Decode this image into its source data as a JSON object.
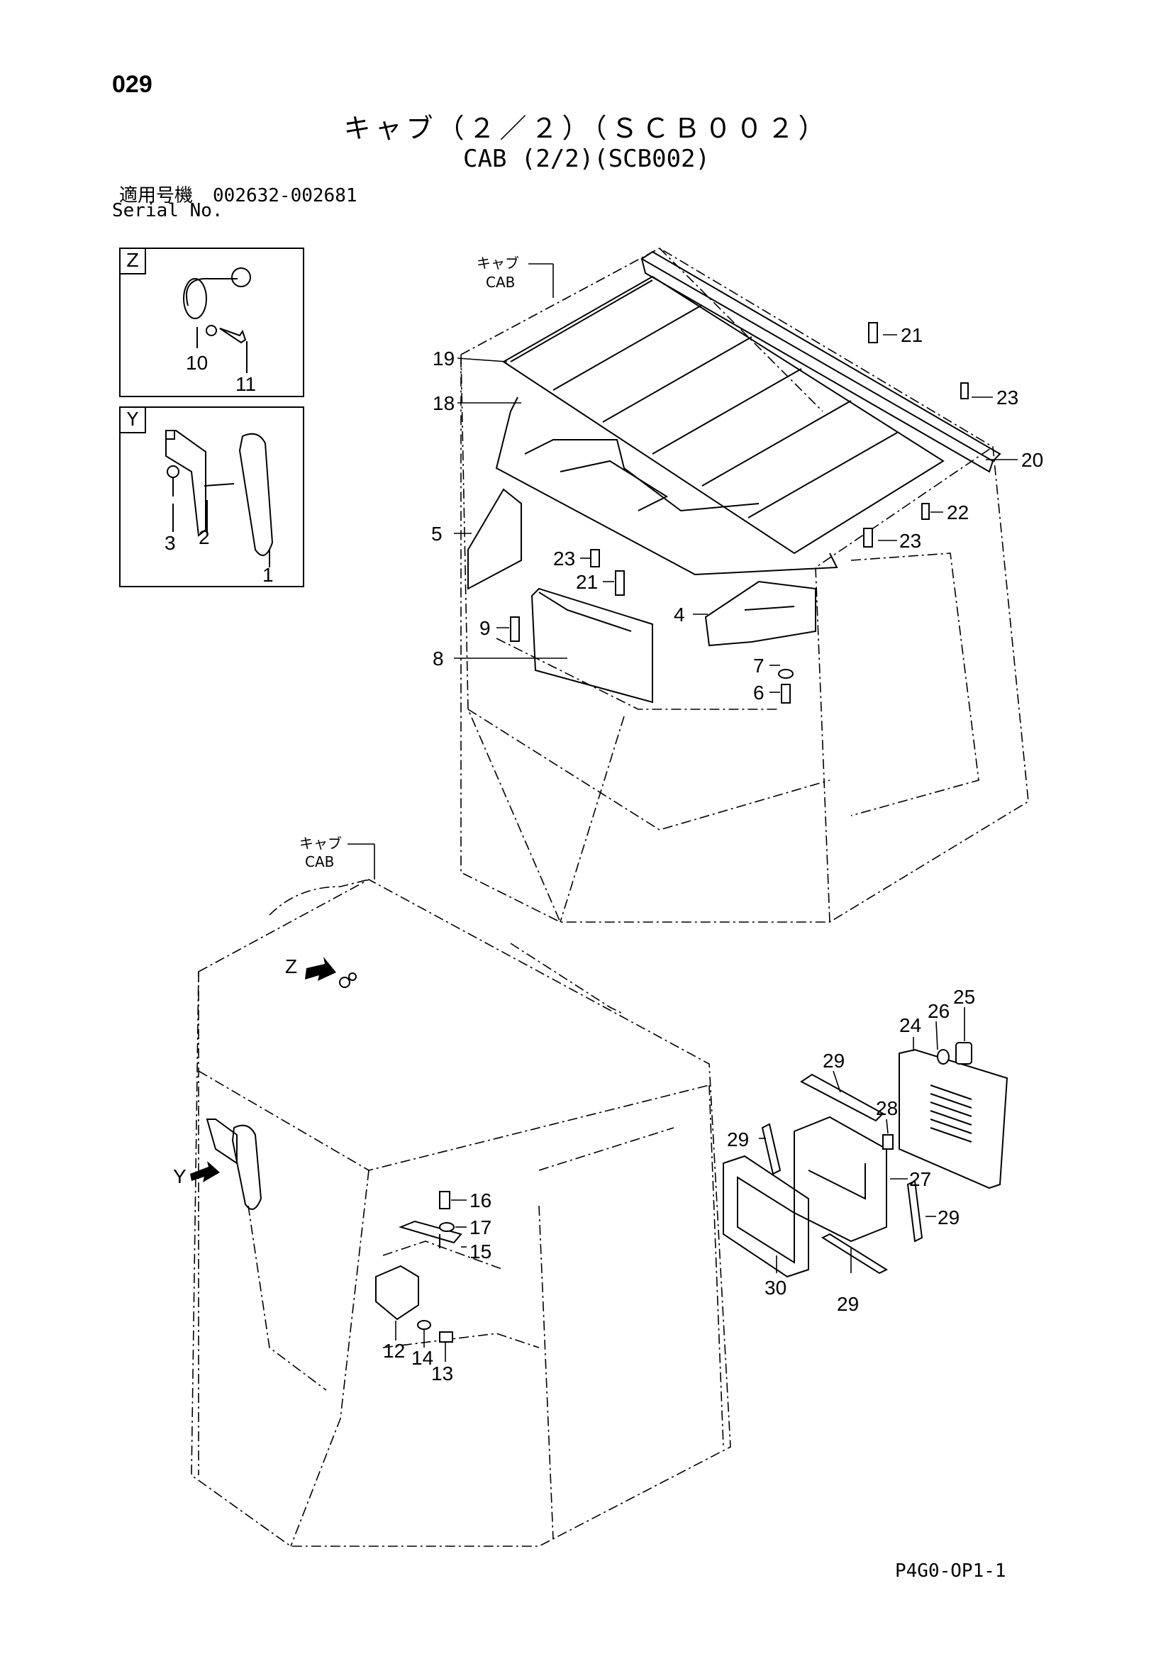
{
  "header": {
    "page_number": "029",
    "title_jp": "キャブ（２／２）（ＳＣＢ００２）",
    "title_en": "CAB (2/2)(SCB002)",
    "serial_label_jp": "適用号機",
    "serial_range": "002632-002681",
    "serial_label_en": "Serial No."
  },
  "footer": {
    "code": "P4G0-OP1-1"
  },
  "insets": [
    {
      "id": "Z",
      "parts": [
        "10",
        "11"
      ]
    },
    {
      "id": "Y",
      "parts": [
        "3",
        "2",
        "1"
      ]
    }
  ],
  "views": {
    "top_cab_label_jp": "キャブ",
    "top_cab_label_en": "CAB",
    "bottom_cab_label_jp": "キャブ",
    "bottom_cab_label_en": "CAB",
    "arrow_z": "Z",
    "arrow_y": "Y"
  },
  "callouts": {
    "c1": "1",
    "c2": "2",
    "c3": "3",
    "c4": "4",
    "c5": "5",
    "c6": "6",
    "c7": "7",
    "c8": "8",
    "c9": "9",
    "c10": "10",
    "c11": "11",
    "c12": "12",
    "c13": "13",
    "c14": "14",
    "c15": "15",
    "c16": "16",
    "c17": "17",
    "c18": "18",
    "c19": "19",
    "c20": "20",
    "c21a": "21",
    "c21b": "21",
    "c22": "22",
    "c23a": "23",
    "c23b": "23",
    "c23c": "23",
    "c24": "24",
    "c25": "25",
    "c26": "26",
    "c27": "27",
    "c28": "28",
    "c29a": "29",
    "c29b": "29",
    "c29c": "29",
    "c29d": "29",
    "c30": "30"
  }
}
